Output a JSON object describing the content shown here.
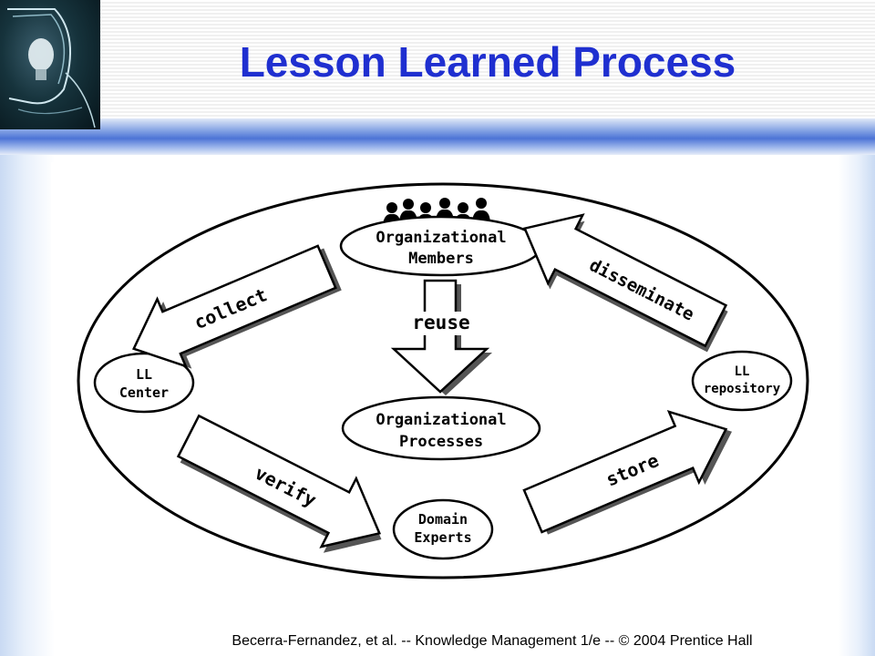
{
  "slide": {
    "title": "Lesson Learned Process",
    "footer": "Becerra-Fernandez, et al. -- Knowledge Management 1/e  --  © 2004 Prentice Hall"
  },
  "diagram": {
    "nodes": {
      "members": [
        "Organizational",
        "Members"
      ],
      "processes": [
        "Organizational",
        "Processes"
      ],
      "ll_center": [
        "LL",
        "Center"
      ],
      "ll_repository": [
        "LL",
        "repository"
      ],
      "domain_experts": [
        "Domain",
        "Experts"
      ]
    },
    "arrows": {
      "collect": "collect",
      "disseminate": "disseminate",
      "reuse": "reuse",
      "verify": "verify",
      "store": "store"
    }
  },
  "icons": [
    "logo-lightbulb-icon",
    "people-group-icon"
  ]
}
